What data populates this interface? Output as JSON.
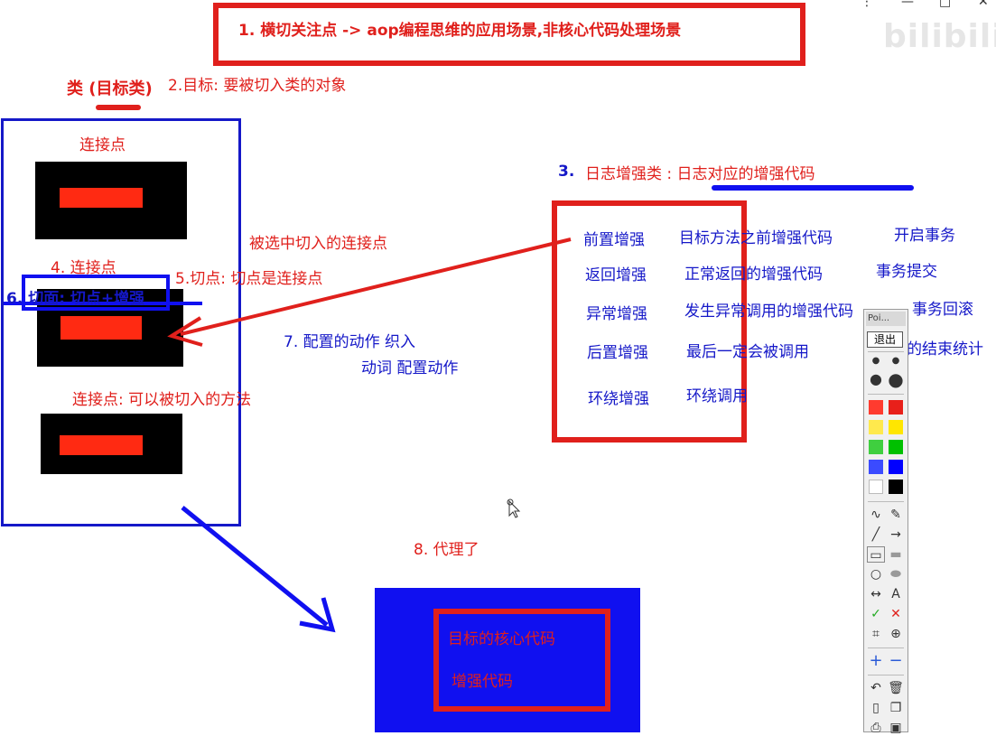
{
  "window_controls": {
    "menu": "⋮",
    "minimize": "—",
    "maximize": "□",
    "close": "✕"
  },
  "watermark": "bilibili",
  "heading1": "1. 横切关注点 -> aop编程思维的应用场景,非核心代码处理场景",
  "target_class_label": "类 (目标类)",
  "note2": "2.目标: 要被切入类的对象",
  "joinpoint_top": "连接点",
  "note3_num": "3.",
  "note3_text": "日志增强类 : 日志对应的增强代码",
  "selected_joinpoint": "被选中切入的连接点",
  "note4": "4.  连接点",
  "note5": "5.切点: 切点是连接点",
  "note6": "6. 切面: 切点+增强",
  "note7a": "7. 配置的动作 织入",
  "note7b": "动词 配置动作",
  "joinpoint_desc": "连接点: 可以被切入的方法",
  "note8": "8.   代理了",
  "advice_rows": [
    {
      "type": "前置增强",
      "desc": "目标方法之前增强代码",
      "tx": "开启事务"
    },
    {
      "type": "返回增强",
      "desc": "正常返回的增强代码",
      "tx": "事务提交"
    },
    {
      "type": "异常增强",
      "desc": "发生异常调用的增强代码",
      "tx": "事务回滚"
    },
    {
      "type": "后置增强",
      "desc": "最后一定会被调用",
      "tx": "的结束统计"
    },
    {
      "type": "环绕增强",
      "desc": "环绕调用",
      "tx": ""
    }
  ],
  "proxy_core": "目标的核心代码",
  "proxy_enhance": "增强代码",
  "toolbar": {
    "title": "Poi...",
    "exit_label": "退出",
    "colors": [
      "#ff3b2f",
      "#e8201a",
      "#ffe94d",
      "#ffe600",
      "#3fcf3f",
      "#00c000",
      "#3b4bff",
      "#0000ff",
      "#ffffff",
      "#000000"
    ]
  },
  "colors": {
    "red": "#e0201c",
    "blue": "#1518c8",
    "black": "#000000",
    "proxy_bg": "#1010f0"
  }
}
